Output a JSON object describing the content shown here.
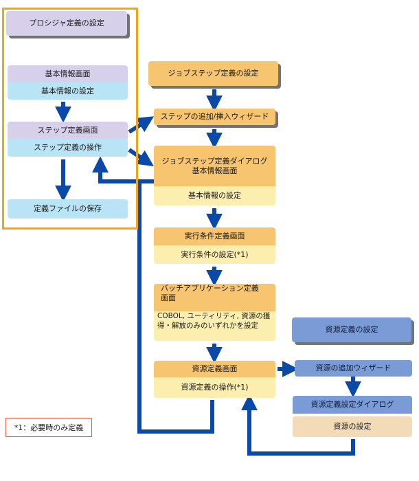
{
  "colors": {
    "frame": "#f2a50f",
    "arrow": "#0b49a8",
    "lavender": "#d6d0ea",
    "cyan": "#b9e4f6",
    "orange": "#f7c46f",
    "yellow": "#fbeeaf",
    "blue": "#7a9bd6",
    "peach": "#f3dbb7",
    "note_border": "#e85b3a"
  },
  "left_column": {
    "procedure_def": "プロシジャ定義の設定",
    "basic_info_screen": "基本情報画面",
    "basic_info_setting": "基本情報の設定",
    "step_def_screen": "ステップ定義画面",
    "step_def_operation": "ステップ定義の操作",
    "save_def_file": "定義ファイルの保存"
  },
  "middle_column": {
    "job_step_def": "ジョブステップ定義の設定",
    "step_add_wizard": "ステップの追加/挿入ウィザード",
    "job_step_dialog_line1": "ジョブステップ定義ダイアログ",
    "job_step_dialog_line2": "基本情報画面",
    "basic_info_setting": "基本情報の設定",
    "exec_cond_screen": "実行条件定義画面",
    "exec_cond_setting": "実行条件の設定(*1)",
    "batch_app_line1": "バッチアプリケーション定義",
    "batch_app_line2": "画面",
    "cobol_line1": "COBOL, ユーティリティ, 資源の獲",
    "cobol_line2": "得・解放のみのいずれかを設定",
    "resource_def_screen": "資源定義画面",
    "resource_def_operation": "資源定義の操作(*1)"
  },
  "right_column": {
    "resource_def_setting": "資源定義の設定",
    "resource_add_wizard": "資源の追加ウィザード",
    "resource_def_dialog": "資源定義設定ダイアログ",
    "resource_setting": "資源の設定"
  },
  "note": "*1：必要時のみ定義"
}
